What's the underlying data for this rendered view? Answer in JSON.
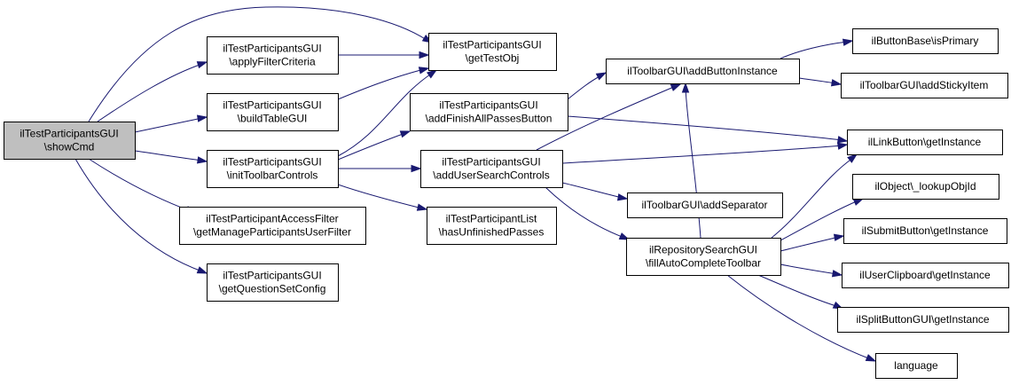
{
  "nodes": {
    "showCmd": {
      "lines": [
        "ilTestParticipantsGUI",
        "\\showCmd"
      ]
    },
    "applyFilterCriteria": {
      "lines": [
        "ilTestParticipantsGUI",
        "\\applyFilterCriteria"
      ]
    },
    "buildTableGUI": {
      "lines": [
        "ilTestParticipantsGUI",
        "\\buildTableGUI"
      ]
    },
    "initToolbarControls": {
      "lines": [
        "ilTestParticipantsGUI",
        "\\initToolbarControls"
      ]
    },
    "getManageParticipantsUserFilter": {
      "lines": [
        "ilTestParticipantAccessFilter",
        "\\getManageParticipantsUserFilter"
      ]
    },
    "getQuestionSetConfig": {
      "lines": [
        "ilTestParticipantsGUI",
        "\\getQuestionSetConfig"
      ]
    },
    "getTestObj": {
      "lines": [
        "ilTestParticipantsGUI",
        "\\getTestObj"
      ]
    },
    "addFinishAllPassesButton": {
      "lines": [
        "ilTestParticipantsGUI",
        "\\addFinishAllPassesButton"
      ]
    },
    "addUserSearchControls": {
      "lines": [
        "ilTestParticipantsGUI",
        "\\addUserSearchControls"
      ]
    },
    "hasUnfinishedPasses": {
      "lines": [
        "ilTestParticipantList",
        "\\hasUnfinishedPasses"
      ]
    },
    "addButtonInstance": {
      "lines": [
        "ilToolbarGUI\\addButtonInstance"
      ]
    },
    "addSeparator": {
      "lines": [
        "ilToolbarGUI\\addSeparator"
      ]
    },
    "fillAutoCompleteToolbar": {
      "lines": [
        "ilRepositorySearchGUI",
        "\\fillAutoCompleteToolbar"
      ]
    },
    "isPrimary": {
      "lines": [
        "ilButtonBase\\isPrimary"
      ]
    },
    "addStickyItem": {
      "lines": [
        "ilToolbarGUI\\addStickyItem"
      ]
    },
    "linkButtonGetInstance": {
      "lines": [
        "ilLinkButton\\getInstance"
      ]
    },
    "lookupObjId": {
      "lines": [
        "ilObject\\_lookupObjId"
      ]
    },
    "submitButtonGetInstance": {
      "lines": [
        "ilSubmitButton\\getInstance"
      ]
    },
    "userClipboardGetInstance": {
      "lines": [
        "ilUserClipboard\\getInstance"
      ]
    },
    "splitButtonGetInstance": {
      "lines": [
        "ilSplitButtonGUI\\getInstance"
      ]
    },
    "language": {
      "lines": [
        "language"
      ]
    }
  },
  "edges": [
    {
      "from": "showCmd",
      "to": "getTestObj"
    },
    {
      "from": "showCmd",
      "to": "applyFilterCriteria"
    },
    {
      "from": "showCmd",
      "to": "buildTableGUI"
    },
    {
      "from": "showCmd",
      "to": "initToolbarControls"
    },
    {
      "from": "showCmd",
      "to": "getManageParticipantsUserFilter"
    },
    {
      "from": "showCmd",
      "to": "getQuestionSetConfig"
    },
    {
      "from": "applyFilterCriteria",
      "to": "getTestObj"
    },
    {
      "from": "buildTableGUI",
      "to": "getTestObj"
    },
    {
      "from": "initToolbarControls",
      "to": "getTestObj"
    },
    {
      "from": "initToolbarControls",
      "to": "addFinishAllPassesButton"
    },
    {
      "from": "initToolbarControls",
      "to": "addUserSearchControls"
    },
    {
      "from": "initToolbarControls",
      "to": "hasUnfinishedPasses"
    },
    {
      "from": "addFinishAllPassesButton",
      "to": "addButtonInstance"
    },
    {
      "from": "addFinishAllPassesButton",
      "to": "linkButtonGetInstance"
    },
    {
      "from": "addUserSearchControls",
      "to": "addButtonInstance"
    },
    {
      "from": "addUserSearchControls",
      "to": "linkButtonGetInstance"
    },
    {
      "from": "addUserSearchControls",
      "to": "addSeparator"
    },
    {
      "from": "addUserSearchControls",
      "to": "fillAutoCompleteToolbar"
    },
    {
      "from": "addButtonInstance",
      "to": "isPrimary"
    },
    {
      "from": "addButtonInstance",
      "to": "addStickyItem"
    },
    {
      "from": "fillAutoCompleteToolbar",
      "to": "addButtonInstance"
    },
    {
      "from": "fillAutoCompleteToolbar",
      "to": "linkButtonGetInstance"
    },
    {
      "from": "fillAutoCompleteToolbar",
      "to": "lookupObjId"
    },
    {
      "from": "fillAutoCompleteToolbar",
      "to": "submitButtonGetInstance"
    },
    {
      "from": "fillAutoCompleteToolbar",
      "to": "userClipboardGetInstance"
    },
    {
      "from": "fillAutoCompleteToolbar",
      "to": "splitButtonGetInstance"
    },
    {
      "from": "fillAutoCompleteToolbar",
      "to": "language"
    }
  ],
  "colors": {
    "edge": "#191970",
    "root_fill": "#bfbfbf",
    "node_fill": "#ffffff",
    "node_stroke": "#000000"
  }
}
